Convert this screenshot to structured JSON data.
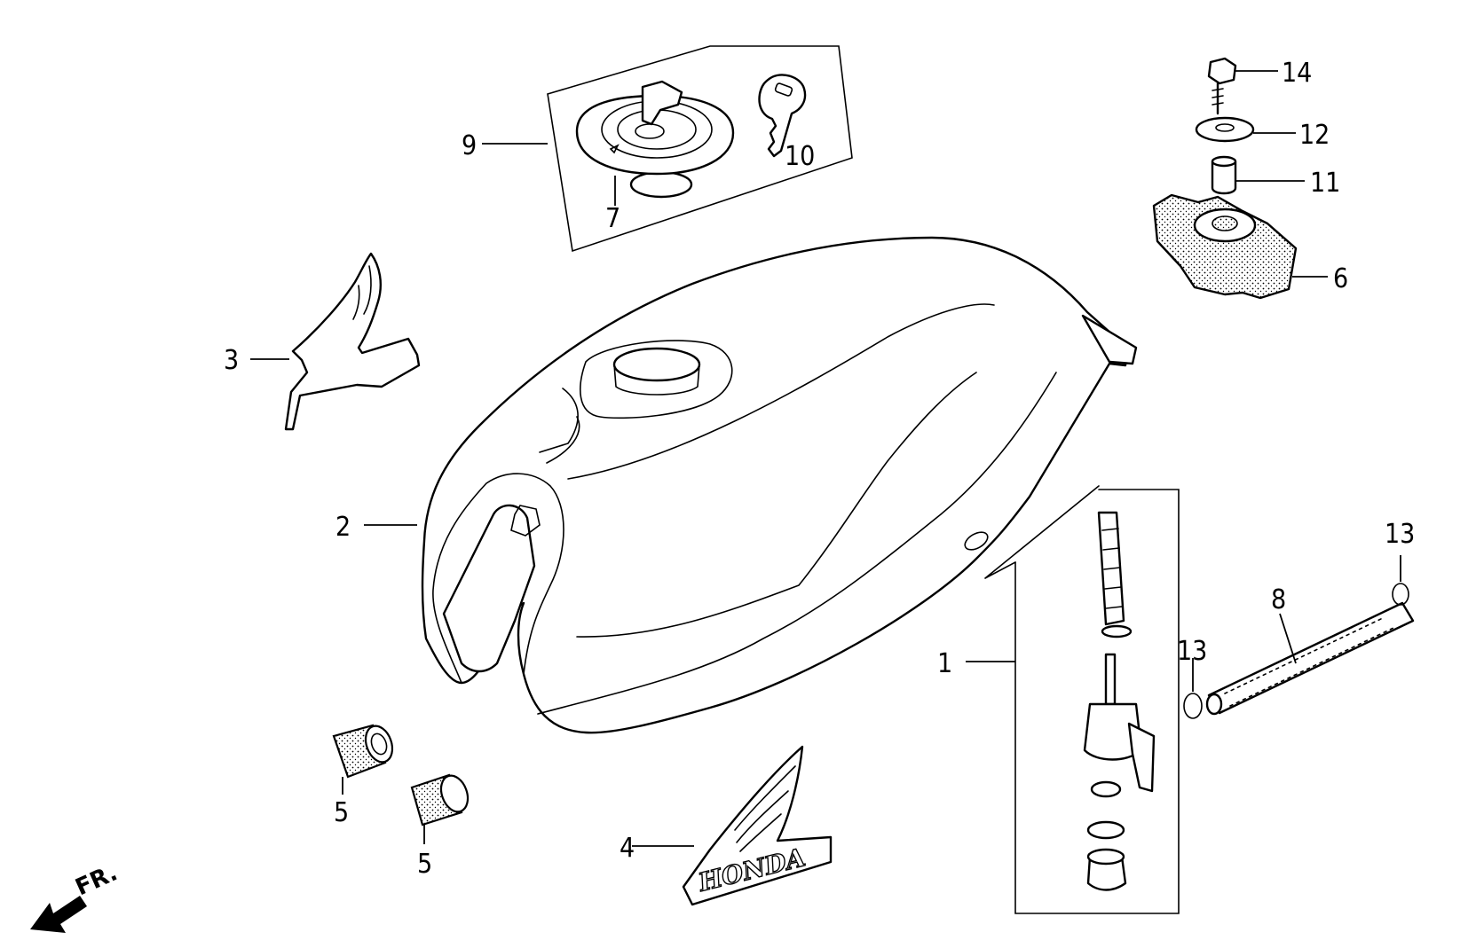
{
  "callouts": {
    "c1": "1",
    "c2": "2",
    "c3": "3",
    "c4": "4",
    "c5a": "5",
    "c5b": "5",
    "c6": "6",
    "c7": "7",
    "c8": "8",
    "c9": "9",
    "c10": "10",
    "c11": "11",
    "c12": "12",
    "c13a": "13",
    "c13b": "13",
    "c14": "14"
  },
  "emblem_text": "HONDA",
  "direction_label": "FR."
}
